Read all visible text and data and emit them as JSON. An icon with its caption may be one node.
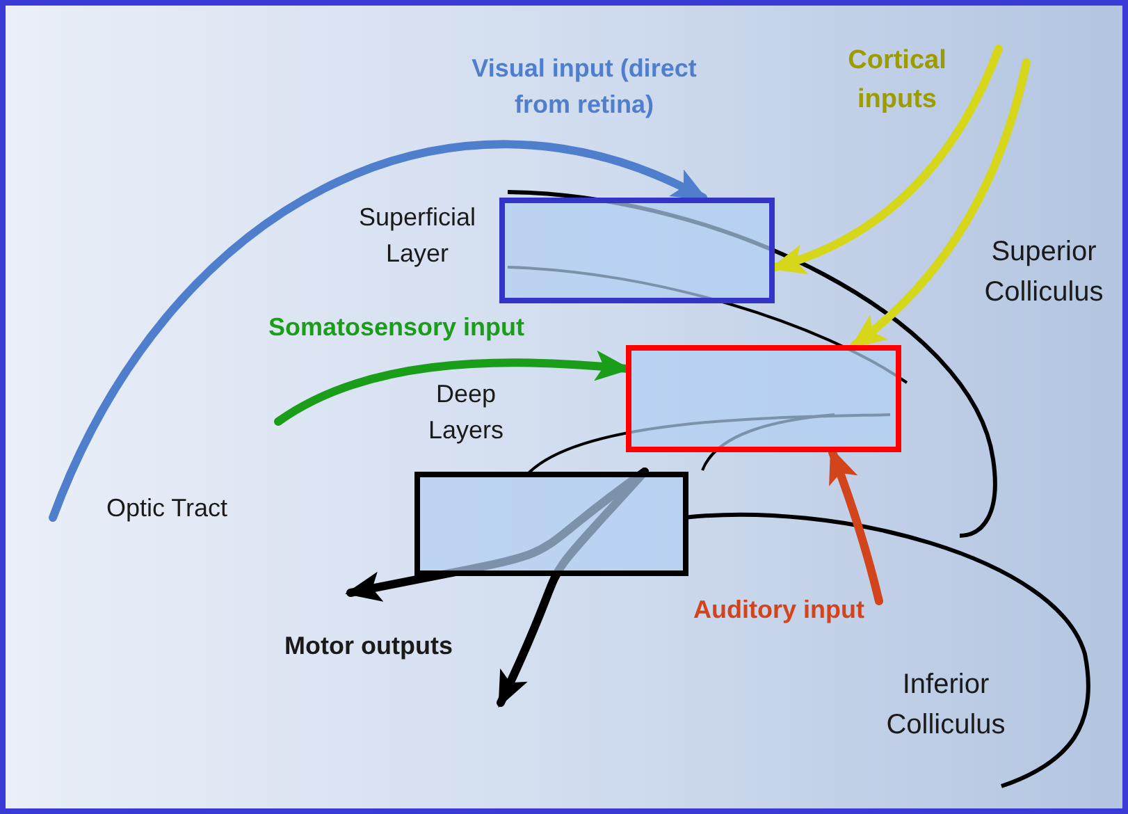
{
  "diagram": {
    "nodes": [
      {
        "text": [],
        "shape": "box"
      },
      {
        "text": [],
        "shape": "box"
      },
      {
        "text": [],
        "shape": "box"
      }
    ],
    "edges": [
      {
        "from": null,
        "to": 0,
        "arrow": "to",
        "label": "Visual input (direct from retina)",
        "color": "#4f7fcc"
      },
      {
        "from": null,
        "to": 0,
        "arrow": "to",
        "color": "#d6d61a"
      },
      {
        "from": null,
        "to": 1,
        "arrow": "to",
        "color": "#d6d61a"
      },
      {
        "from": null,
        "to": 1,
        "arrow": "to",
        "label": "Somatosensory input",
        "color": "#1a9e1a"
      },
      {
        "from": null,
        "to": 1,
        "arrow": "to",
        "label": "Auditory input",
        "color": "#d2441c"
      },
      {
        "from": 2,
        "to": null,
        "arrow": "to",
        "color": "#000000"
      },
      {
        "from": 2,
        "to": null,
        "arrow": "to",
        "color": "#000000"
      }
    ],
    "labels": [
      "Cortical inputs",
      "Superficial Layer",
      "Superior Colliculus",
      "Deep Layers",
      "Optic Tract",
      "Motor outputs",
      "Inferior Colliculus"
    ]
  }
}
